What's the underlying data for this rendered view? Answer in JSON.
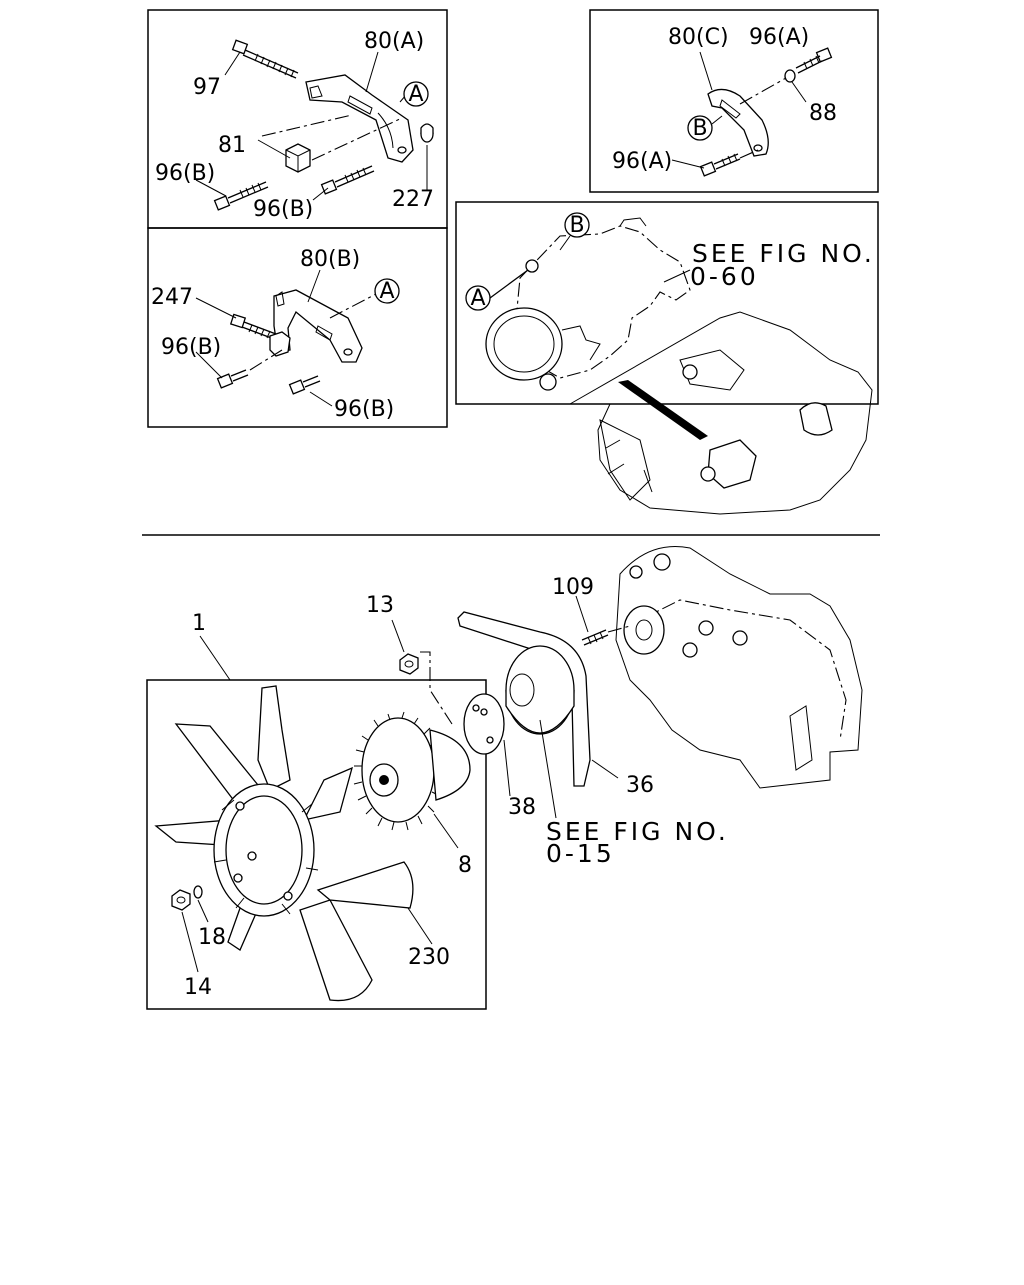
{
  "callouts": {
    "p97": "97",
    "p80a": "80(A)",
    "p81": "81",
    "p96b_1": "96(B)",
    "p96b_2": "96(B)",
    "p227": "227",
    "p80c": "80(C)",
    "p96a_1": "96(A)",
    "p88": "88",
    "p96a_2": "96(A)",
    "p80b": "80(B)",
    "p247": "247",
    "p96b_3": "96(B)",
    "p96b_4": "96(B)",
    "p1": "1",
    "p13": "13",
    "p109": "109",
    "p36": "36",
    "p38": "38",
    "p8": "8",
    "p18": "18",
    "p14": "14",
    "p230": "230"
  },
  "circle_refs": {
    "a1": "A",
    "a2": "A",
    "a3": "A",
    "b1": "B",
    "b2": "B"
  },
  "see_fig": {
    "line1": "SEE FIG NO.",
    "ref_top": "0-60",
    "ref_bottom": "0-15"
  }
}
